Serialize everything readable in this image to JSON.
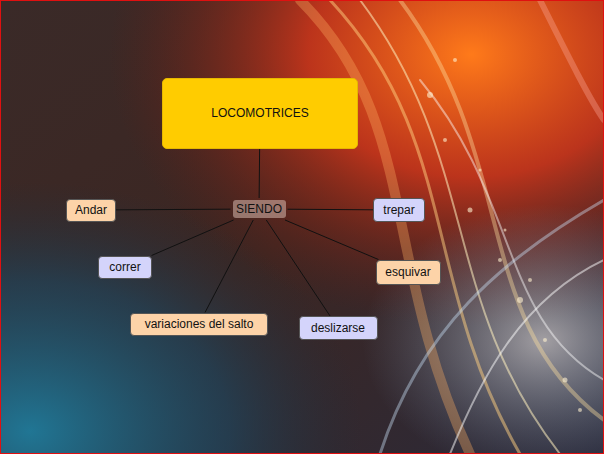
{
  "diagram": {
    "nodes": [
      {
        "text": [
          "LOCOMOTRICES"
        ]
      },
      {
        "text": [
          "SIENDO"
        ]
      },
      {
        "text": [
          "Andar"
        ]
      },
      {
        "text": [
          "trepar"
        ]
      },
      {
        "text": [
          "correr"
        ]
      },
      {
        "text": [
          "esquivar"
        ]
      },
      {
        "text": [
          "variaciones del salto"
        ]
      },
      {
        "text": [
          "deslizarse"
        ]
      }
    ],
    "edges": [
      {
        "from": 0,
        "to": 1,
        "arrow": "none"
      },
      {
        "from": 1,
        "to": 2,
        "arrow": "none"
      },
      {
        "from": 1,
        "to": 3,
        "arrow": "none"
      },
      {
        "from": 1,
        "to": 4,
        "arrow": "none"
      },
      {
        "from": 1,
        "to": 5,
        "arrow": "none"
      },
      {
        "from": 1,
        "to": 6,
        "arrow": "none"
      },
      {
        "from": 1,
        "to": 7,
        "arrow": "none"
      }
    ]
  }
}
